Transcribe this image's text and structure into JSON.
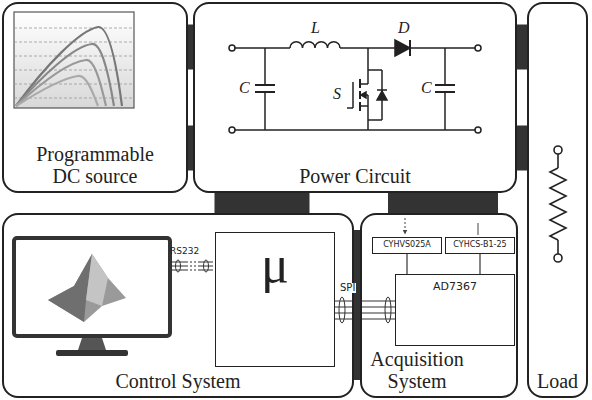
{
  "diagram": {
    "nodes": [
      {
        "text": [
          "Programmable DC source"
        ]
      },
      {
        "text": [
          "Power Circuit"
        ]
      },
      {
        "text": [
          "Load"
        ]
      },
      {
        "text": [
          "Control System"
        ]
      },
      {
        "text": [
          "μ"
        ],
        "in": 3
      },
      {
        "text": [
          "Acquisition System"
        ]
      },
      {
        "text": [
          "CYHVS025A"
        ],
        "in": 5
      },
      {
        "text": [
          "CYHCS-B1-25"
        ],
        "in": 5
      },
      {
        "text": [
          "AD7367"
        ],
        "in": 5
      }
    ],
    "edges": [
      {
        "from": 0,
        "to": 1,
        "arrow": "none"
      },
      {
        "from": 1,
        "to": 2,
        "arrow": "none"
      },
      {
        "from": 3,
        "to": 1,
        "arrow": "none"
      },
      {
        "from": 5,
        "to": 1,
        "arrow": "none"
      },
      {
        "from": 3,
        "to": 5,
        "arrow": "none"
      },
      {
        "from": 4,
        "to": 8,
        "label": "SPI",
        "arrow": "none"
      },
      {
        "from": 6,
        "to": 8,
        "arrow": "none"
      },
      {
        "from": 7,
        "to": 8,
        "arrow": "none"
      }
    ],
    "labels": [
      "L",
      "D",
      "C",
      "S",
      "C",
      "RS232"
    ]
  }
}
